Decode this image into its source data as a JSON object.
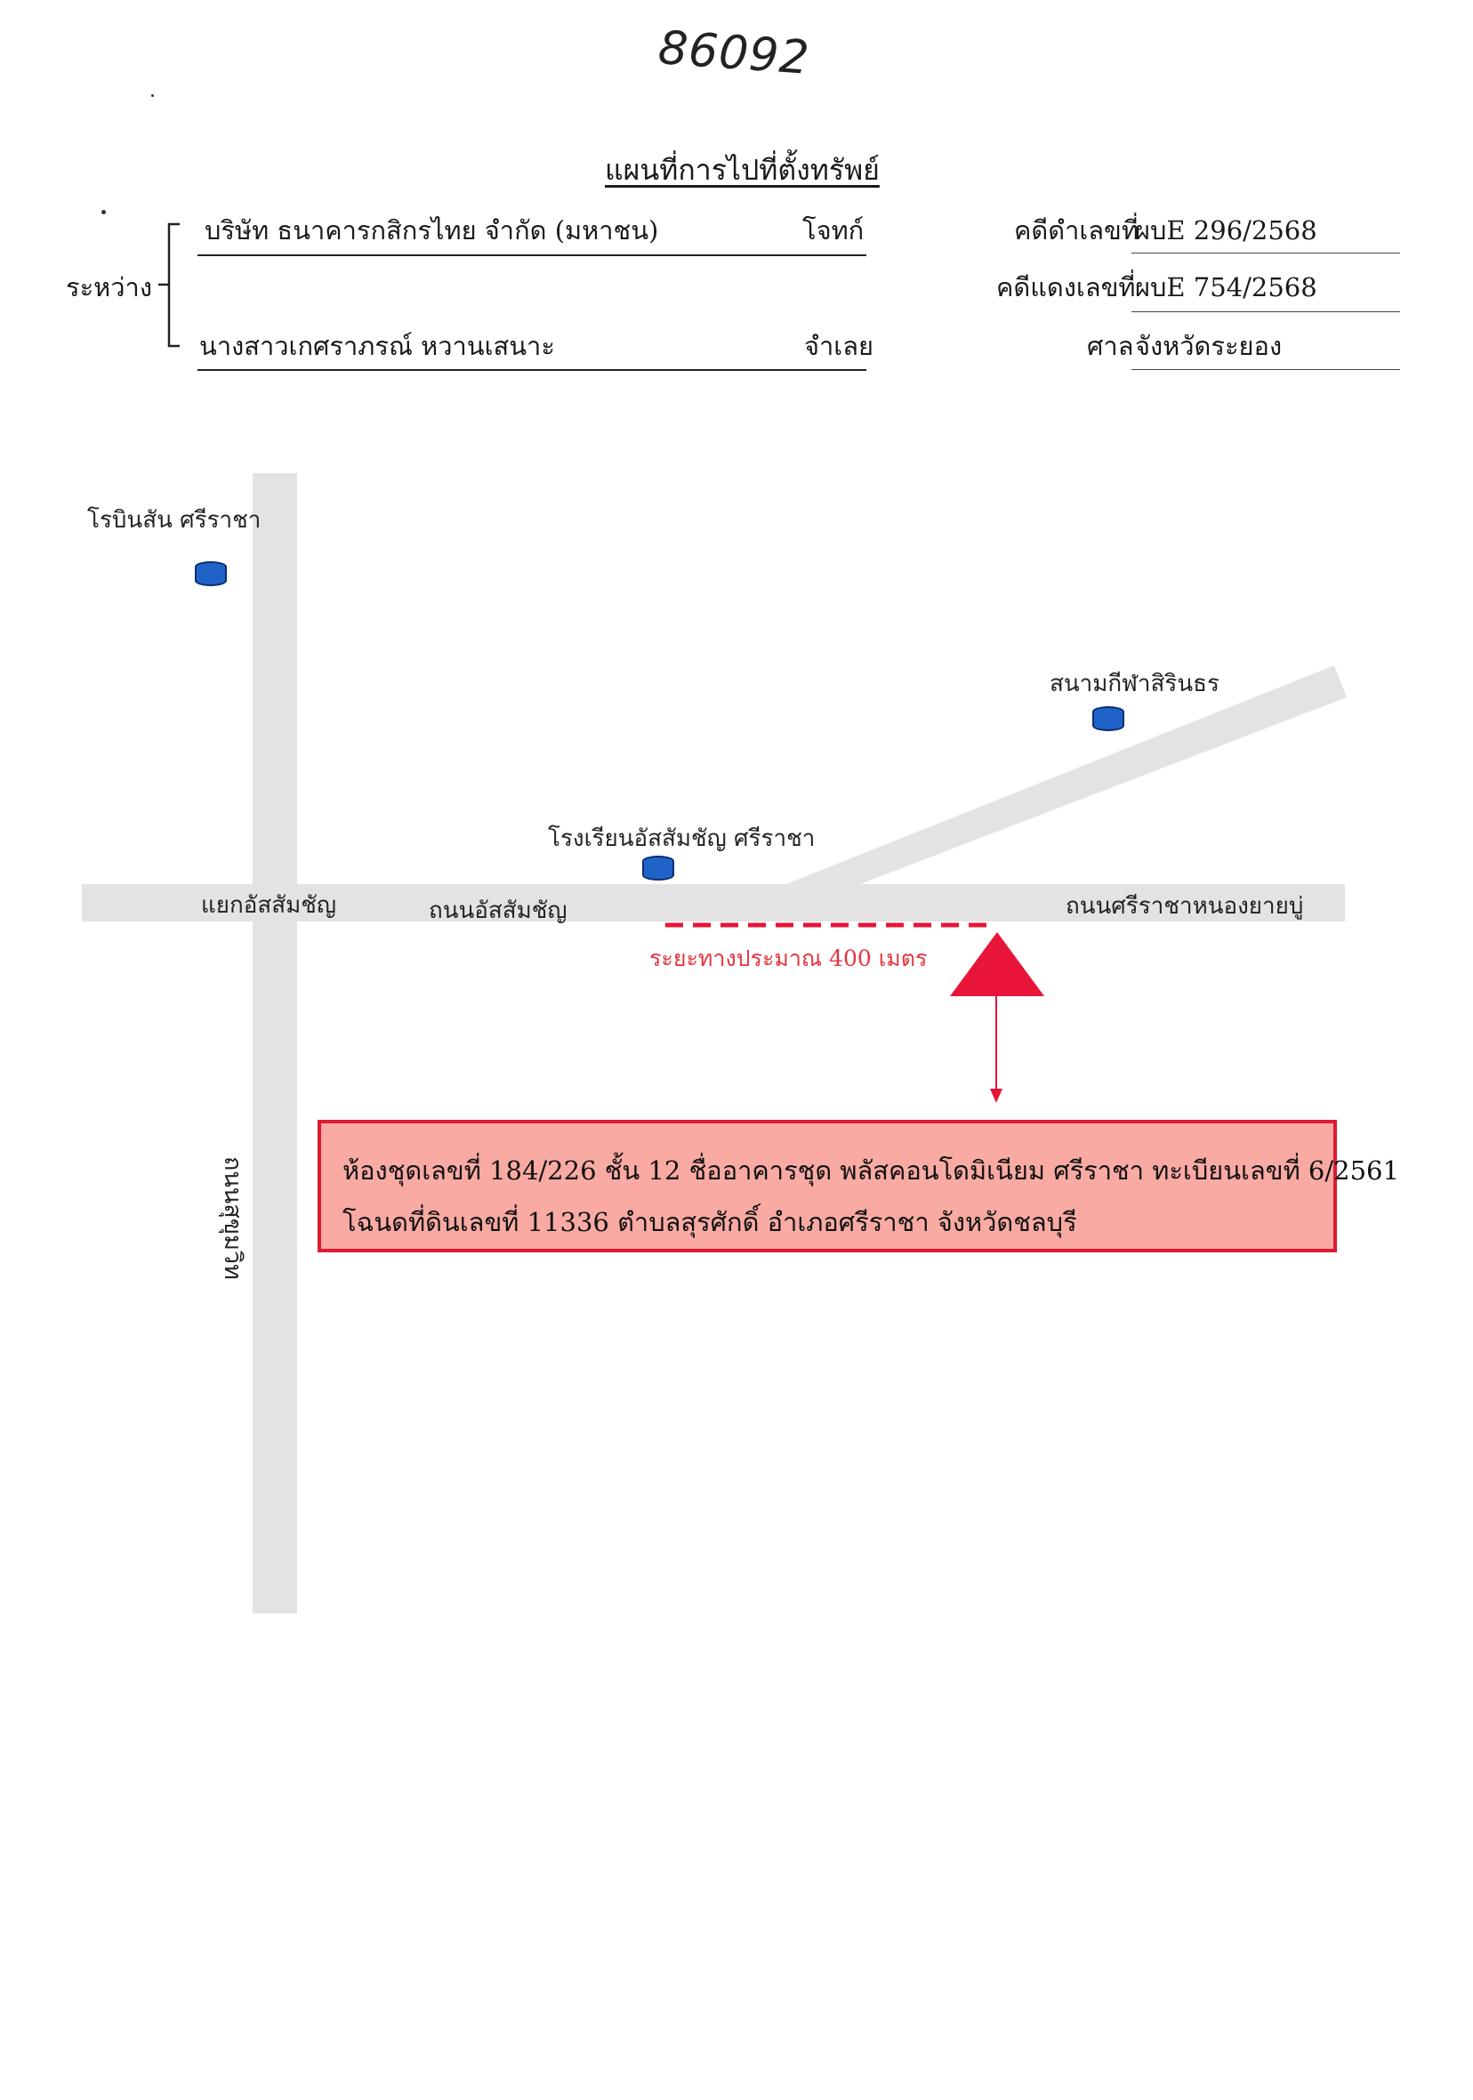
{
  "handwritten_number": "86092",
  "title": "แผนที่การไปที่ตั้งทรัพย์",
  "header": {
    "between_label": "ระหว่าง",
    "plaintiff_name": "บริษัท ธนาคารกสิกรไทย จำกัด (มหาชน)",
    "plaintiff_role": "โจทก์",
    "defendant_name": "นางสาวเกศราภรณ์ หวานเสนาะ",
    "defendant_role": "จำเลย",
    "black_case_label": "คดีดำเลขที่",
    "black_case_value": "ผบE 296/2568",
    "red_case_label": "คดีแดงเลขที่",
    "red_case_value": "ผบE 754/2568",
    "court_label": "ศาล",
    "court_value": "จังหวัดระยอง"
  },
  "map": {
    "landmarks": {
      "robinson": "โรบินสัน ศรีราชา",
      "stadium": "สนามกีฬาสิรินธร",
      "school": "โรงเรียนอัสสัมชัญ ศรีราชา"
    },
    "roads": {
      "junction": "แยกอัสสัมชัญ",
      "assumption_road": "ถนนอัสสัมชัญ",
      "sriracha_road": "ถนนศรีราชาหนองยายบู่",
      "vertical_road": "ถนนสุขุมวิท"
    },
    "distance_label": "ระยะทางประมาณ  400 เมตร",
    "colors": {
      "road": "#e3e3e3",
      "marker": "#1f63c9",
      "target": "#e8143a",
      "box_fill": "#f8aaa3",
      "box_border": "#dd1a32"
    },
    "property_info": {
      "line1": "ห้องชุดเลขที่  184/226 ชั้น 12 ชื่ออาคารชุด พลัสคอนโดมิเนียม ศรีราชา ทะเบียนเลขที่ 6/2561",
      "line2": "โฉนดที่ดินเลขที่ 11336 ตำบลสุรศักดิ์  อำเภอศรีราชา  จังหวัดชลบุรี"
    }
  }
}
